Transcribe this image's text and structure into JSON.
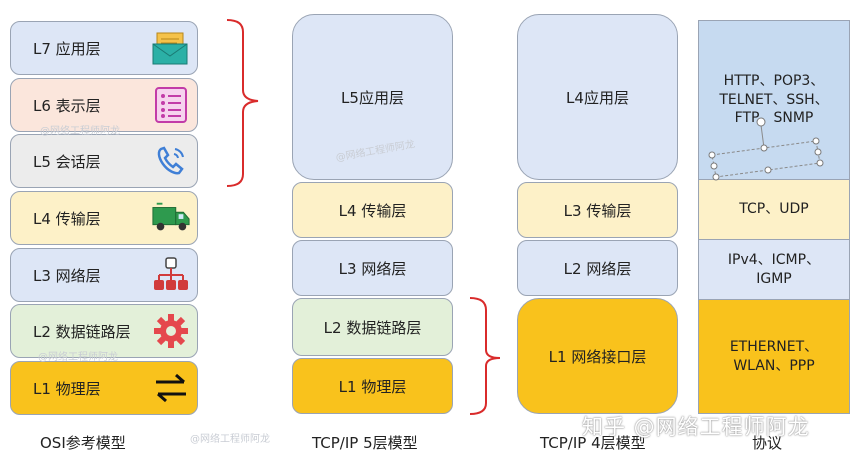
{
  "osi": {
    "title": "OSI参考模型",
    "layers": [
      {
        "label": "L7 应用层",
        "icon": "envelope-icon"
      },
      {
        "label": "L6 表示层",
        "icon": "list-document-icon"
      },
      {
        "label": "L5 会话层",
        "icon": "phone-icon"
      },
      {
        "label": "L4 传输层",
        "icon": "delivery-truck-icon"
      },
      {
        "label": "L3 网络层",
        "icon": "network-tree-icon"
      },
      {
        "label": "L2 数据链路层",
        "icon": "gear-icon"
      },
      {
        "label": "L1 物理层",
        "icon": "exchange-arrows-icon"
      }
    ]
  },
  "tcpip5": {
    "title": "TCP/IP 5层模型",
    "layers": [
      "L5应用层",
      "L4 传输层",
      "L3 网络层",
      "L2 数据链路层",
      "L1 物理层"
    ]
  },
  "tcpip4": {
    "title": "TCP/IP 4层模型",
    "layers": [
      "L4应用层",
      "L3 传输层",
      "L2 网络层",
      "L1 网络接口层"
    ]
  },
  "protocols": {
    "title": "协议",
    "rows": [
      "HTTP、POP3、\nTELNET、SSH、\nFTP、SNMP",
      "TCP、UDP",
      "IPv4、ICMP、\nIGMP",
      "ETHERNET、\nWLAN、PPP"
    ]
  },
  "watermark": "@网络工程师阿龙",
  "brand": "知乎 @网络工程师阿龙",
  "colors": {
    "blue": "#dde6f6",
    "pink": "#fbe6dc",
    "gray": "#ececec",
    "yellow": "#fdf1c8",
    "green": "#e3f0d9",
    "orange": "#f9c21c",
    "bracket": "#d92b2b",
    "proto_blue": "#c6daf0"
  }
}
